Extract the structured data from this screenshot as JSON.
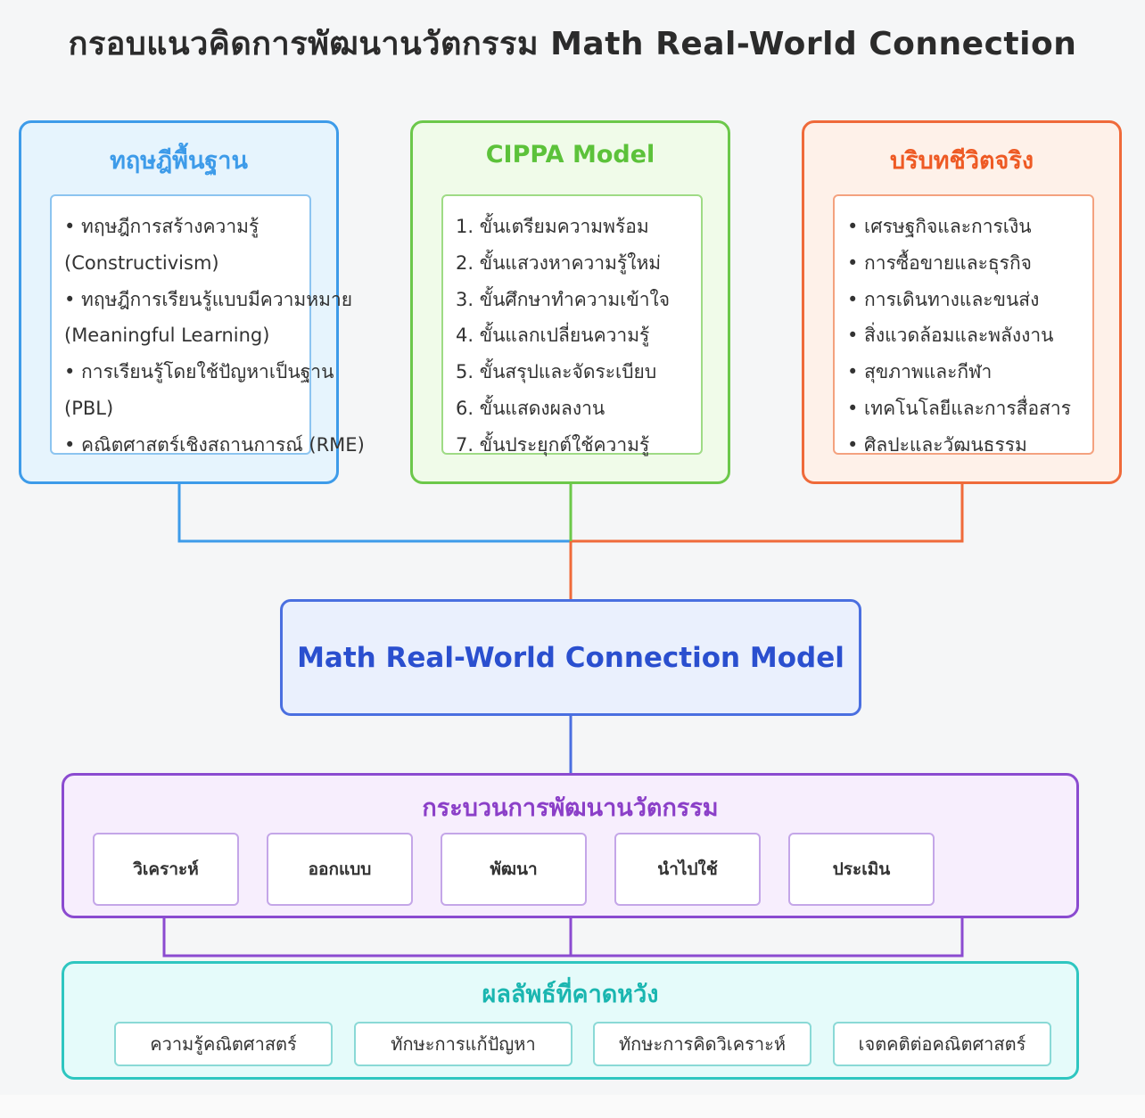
{
  "title": "กรอบแนวคิดการพัฒนานวัตกรรม Math Real-World Connection",
  "panels": {
    "theory": {
      "heading": "ทฤษฎีพื้นฐาน",
      "color": "#3d9be9",
      "items": [
        "• ทฤษฎีการสร้างความรู้ (Constructivism)",
        "• ทฤษฎีการเรียนรู้แบบมีความหมาย (Meaningful Learning)",
        "• การเรียนรู้โดยใช้ปัญหาเป็นฐาน (PBL)",
        "• คณิตศาสตร์เชิงสถานการณ์ (RME)"
      ]
    },
    "cippa": {
      "heading": "CIPPA Model",
      "color": "#5cc23a",
      "items": [
        "1. ขั้นเตรียมความพร้อม",
        "2. ขั้นแสวงหาความรู้ใหม่",
        "3. ขั้นศึกษาทำความเข้าใจ",
        "4. ขั้นแลกเปลี่ยนความรู้",
        "5. ขั้นสรุปและจัดระเบียบ",
        "6. ขั้นแสดงผลงาน",
        "7. ขั้นประยุกต์ใช้ความรู้"
      ]
    },
    "context": {
      "heading": "บริบทชีวิตจริง",
      "color": "#ee5a24",
      "items": [
        "• เศรษฐกิจและการเงิน",
        "• การซื้อขายและธุรกิจ",
        "• การเดินทางและขนส่ง",
        "• สิ่งแวดล้อมและพลังงาน",
        "• สุขภาพและกีฬา",
        "• เทคโนโลยีและการสื่อสาร",
        "• ศิลปะและวัฒนธรรม"
      ]
    }
  },
  "center": {
    "label": "Math Real-World Connection Model"
  },
  "process": {
    "heading": "กระบวนการพัฒนานวัตกรรม",
    "steps": [
      "วิเคราะห์",
      "ออกแบบ",
      "พัฒนา",
      "นำไปใช้",
      "ประเมิน"
    ]
  },
  "outcomes": {
    "heading": "ผลลัพธ์ที่คาดหวัง",
    "items": [
      "ความรู้คณิตศาสตร์",
      "ทักษะการแก้ปัญหา",
      "ทักษะการคิดวิเคราะห์",
      "เจตคติต่อคณิตศาสตร์"
    ]
  }
}
